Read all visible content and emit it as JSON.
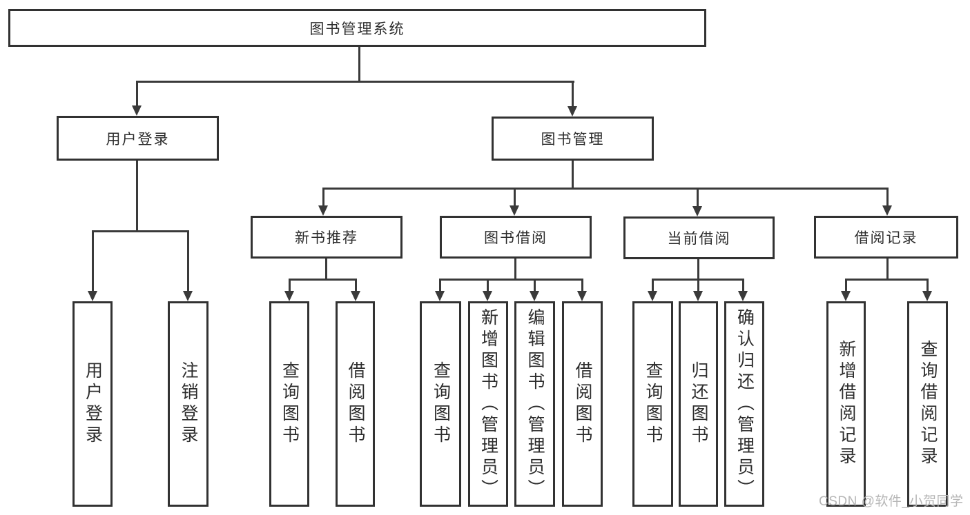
{
  "diagram": {
    "root": {
      "label": "图书管理系统"
    },
    "level2": [
      {
        "label": "用户登录"
      },
      {
        "label": "图书管理"
      }
    ],
    "level3": [
      {
        "label": "新书推荐"
      },
      {
        "label": "图书借阅"
      },
      {
        "label": "当前借阅"
      },
      {
        "label": "借阅记录"
      }
    ],
    "leaves": {
      "user_login": [
        {
          "label": "用户登录"
        },
        {
          "label": "注销登录"
        }
      ],
      "new_book": [
        {
          "label": "查询图书"
        },
        {
          "label": "借阅图书"
        }
      ],
      "book_borrow": [
        {
          "label": "查询图书"
        },
        {
          "label": "新增图书（管理员）"
        },
        {
          "label": "编辑图书（管理员）"
        },
        {
          "label": "借阅图书"
        }
      ],
      "current_borrow": [
        {
          "label": "查询图书"
        },
        {
          "label": "归还图书"
        },
        {
          "label": "确认归还（管理员）"
        }
      ],
      "borrow_record": [
        {
          "label": "新增借阅记录"
        },
        {
          "label": "查询借阅记录"
        }
      ]
    }
  },
  "watermark": {
    "text": "CSDN @软件_小贺同学"
  },
  "colors": {
    "background": "#ffffff",
    "box_border": "#323232",
    "connector_line": "#3a3a3a",
    "text": "#2d2d2d",
    "watermark_text": "#b6b6b6"
  }
}
